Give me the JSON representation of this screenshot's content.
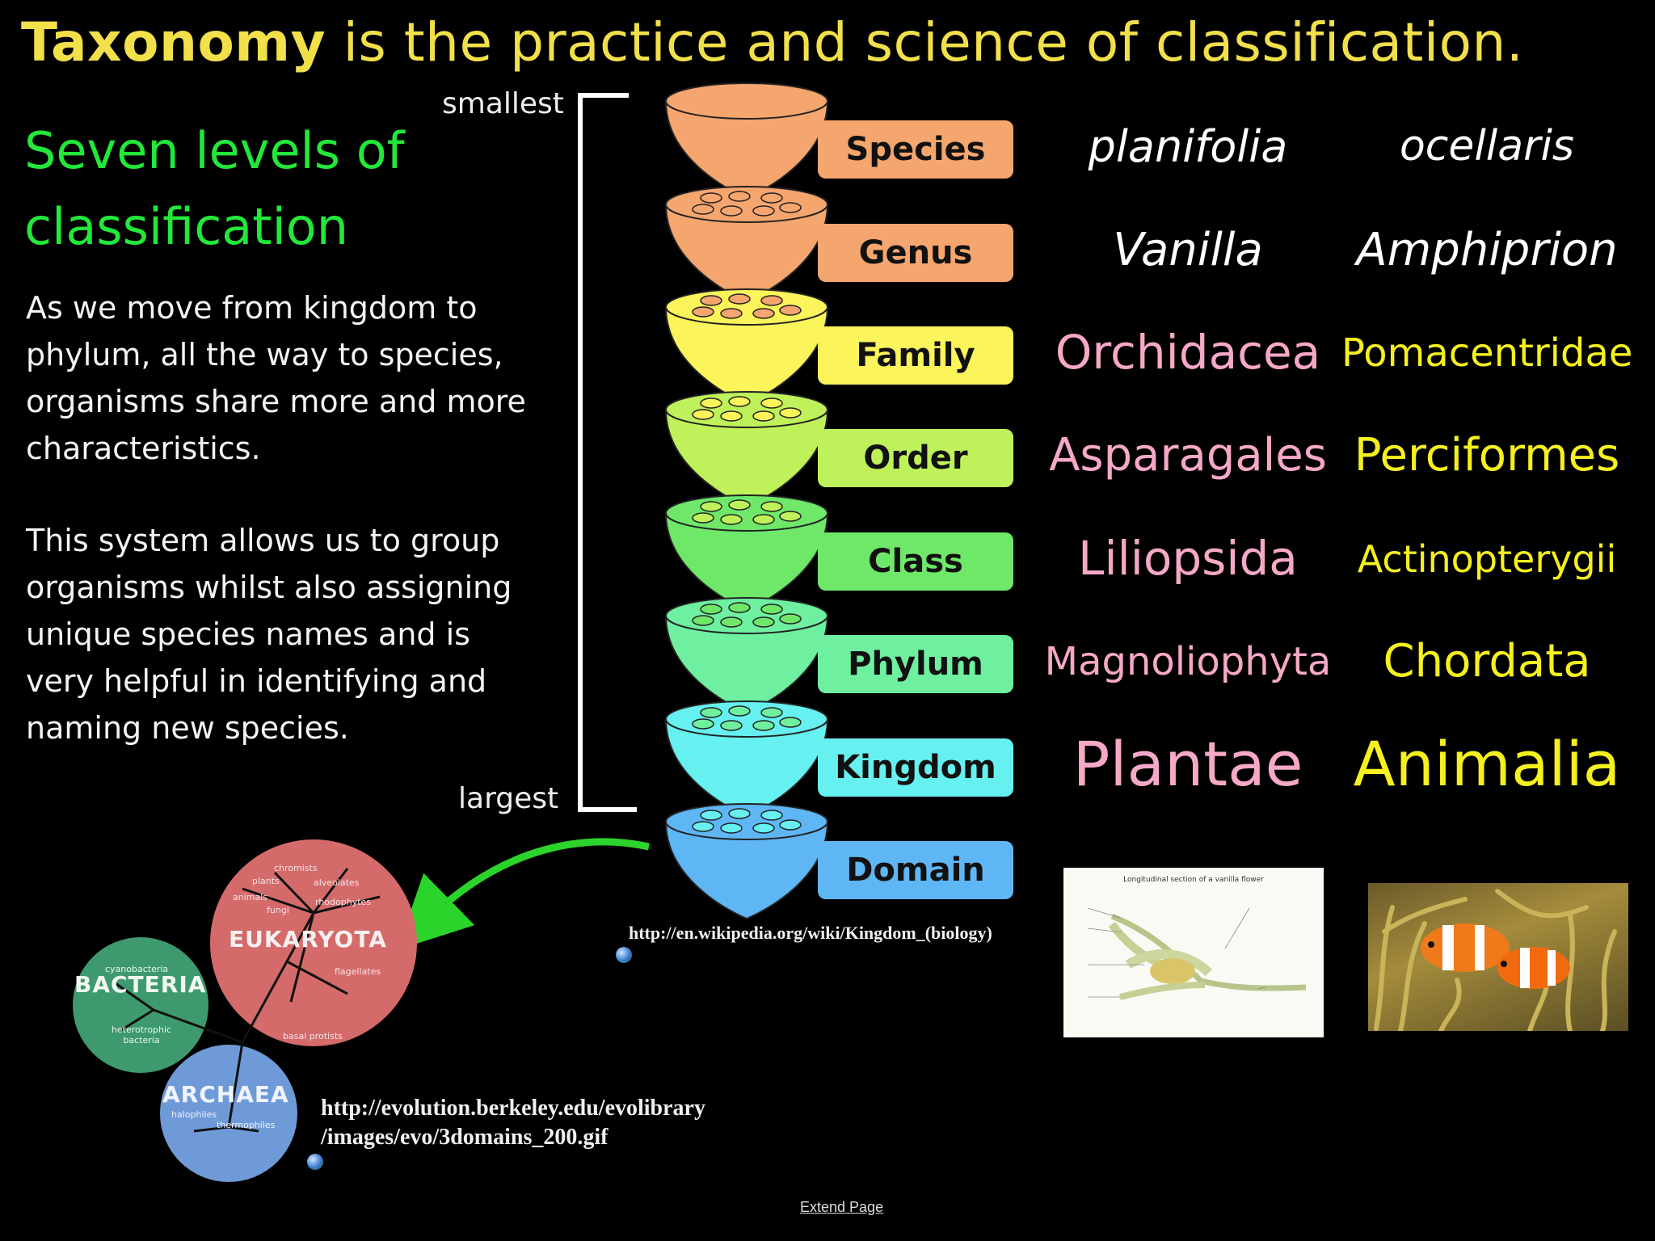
{
  "title": {
    "bold": "Taxonomy",
    "rest": " is the practice and science of classification."
  },
  "subtitle": "Seven levels of classification",
  "paragraphs": [
    "As we move from kingdom to phylum, all the way to species, organisms share more and more characteristics.",
    "This system allows us to group organisms whilst also assigning unique species names and is very helpful in identifying and naming new species."
  ],
  "scale": {
    "top": "smallest",
    "bottom": "largest"
  },
  "ranks": [
    {
      "label": "Species",
      "color": "#f5a56e",
      "plant": "planifolia",
      "animal": "ocellaris"
    },
    {
      "label": "Genus",
      "color": "#f5a56e",
      "plant": "Vanilla",
      "animal": "Amphiprion"
    },
    {
      "label": "Family",
      "color": "#fbf45a",
      "plant": "Orchidacea",
      "animal": "Pomacentridae"
    },
    {
      "label": "Order",
      "color": "#bff25a",
      "plant": "Asparagales",
      "animal": "Perciformes"
    },
    {
      "label": "Class",
      "color": "#6fe86a",
      "plant": "Liliopsida",
      "animal": "Actinopterygii"
    },
    {
      "label": "Phylum",
      "color": "#6ef0a0",
      "plant": "Magnoliophyta",
      "animal": "Chordata"
    },
    {
      "label": "Kingdom",
      "color": "#66f0f0",
      "plant": "Plantae",
      "animal": "Animalia"
    },
    {
      "label": "Domain",
      "color": "#5fb6f5",
      "plant": "",
      "animal": ""
    }
  ],
  "colors": {
    "plant_text": "#f6a8c8",
    "animal_text": "#f5f01e",
    "title": "#f2e04a",
    "subtitle": "#22e83a"
  },
  "tree_labels": {
    "eukaryota": "EUKARYOTA",
    "bacteria": "BACTERIA",
    "archaea": "ARCHAEA",
    "euk_sub": [
      "chromists",
      "plants",
      "alveolates",
      "animals",
      "rhodophytes",
      "fungi",
      "flagellates",
      "basal protists"
    ],
    "bac_sub": [
      "cyanobacteria",
      "heterotrophic bacteria"
    ],
    "arc_sub": [
      "halophiles",
      "thermophiles"
    ]
  },
  "flower_image": {
    "caption": "Longitudinal section of a vanilla flower"
  },
  "sources": {
    "wiki": "http://en.wikipedia.org/wiki/Kingdom_(biology)",
    "berkeley_line1": "http://evolution.berkeley.edu/evolibrary",
    "berkeley_line2": "/images/evo/3domains_200.gif"
  },
  "extend_link": "Extend Page"
}
